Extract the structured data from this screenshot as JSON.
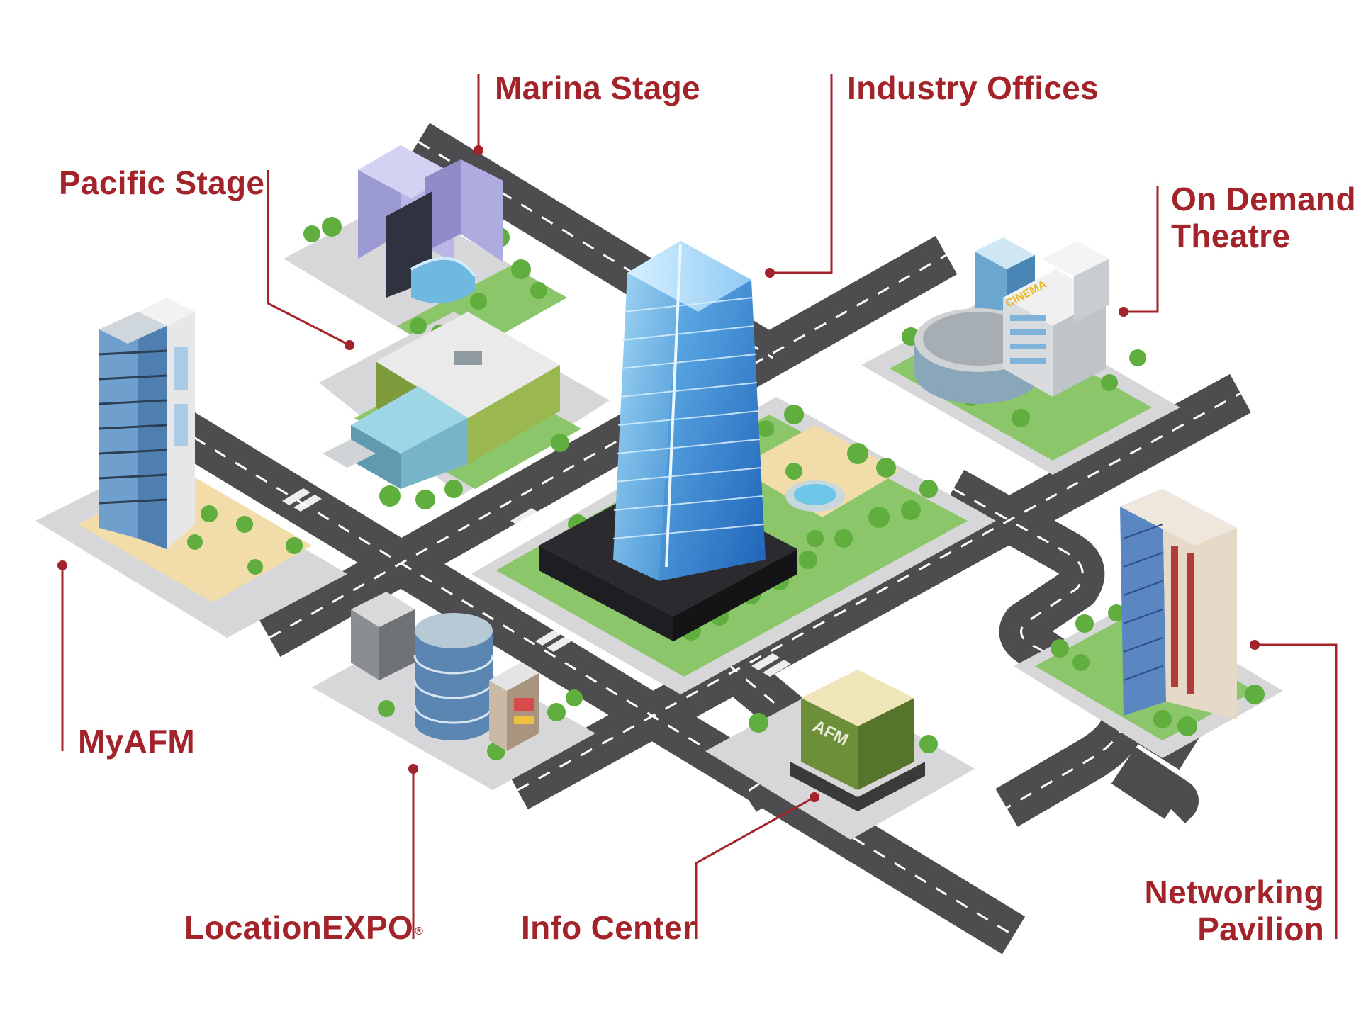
{
  "locations": [
    {
      "id": "marina-stage",
      "name": "Marina Stage"
    },
    {
      "id": "industry-offices",
      "name": "Industry Offices"
    },
    {
      "id": "pacific-stage",
      "name": "Pacific Stage"
    },
    {
      "id": "on-demand-theatre",
      "name": "On Demand Theatre",
      "line1": "On Demand",
      "line2": "Theatre"
    },
    {
      "id": "myafm",
      "name": "MyAFM"
    },
    {
      "id": "location-expo",
      "name": "LocationEXPO",
      "mark": "®"
    },
    {
      "id": "info-center",
      "name": "Info Center"
    },
    {
      "id": "networking-pavilion",
      "name": "Networking Pavilion",
      "line1": "Networking",
      "line2": "Pavilion"
    }
  ],
  "signage": {
    "cinema": "CINEMA",
    "afm": "AFM"
  },
  "colors": {
    "label": "#a3232b",
    "leader": "#a3232b",
    "road": "#4d4d4f",
    "road_marking": "#ffffff",
    "plaza": "#d7d7d9",
    "grass": "#8cc66a",
    "tree": "#5fae3e",
    "sand": "#f2ddaa",
    "tower_glass": "#5aa9e6",
    "tower_base": "#1e1e22"
  }
}
